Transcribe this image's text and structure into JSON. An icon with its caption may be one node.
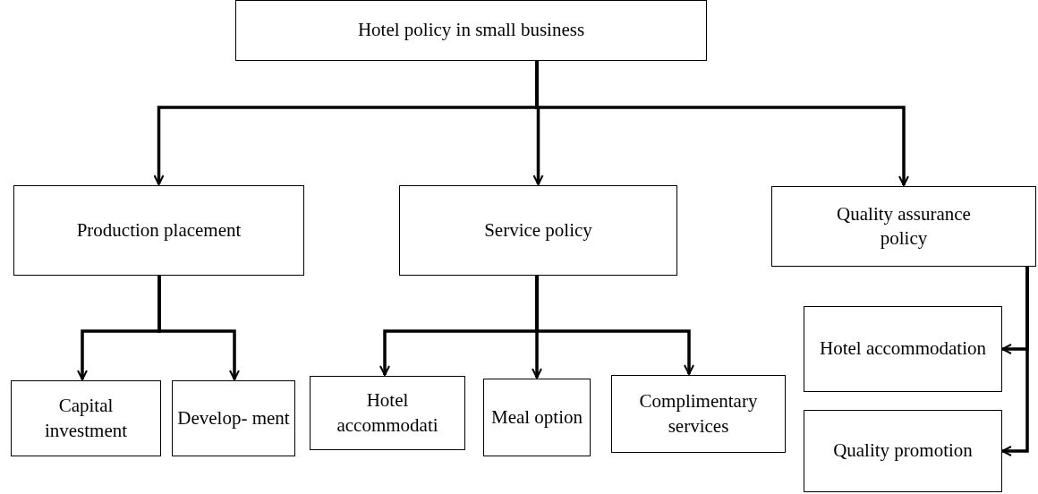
{
  "diagram": {
    "nodes": [
      {
        "text": [
          "Hotel policy in small business"
        ]
      },
      {
        "text": [
          "Production placement"
        ]
      },
      {
        "text": [
          "Service policy"
        ]
      },
      {
        "text": [
          "Quality assurance policy"
        ]
      },
      {
        "text": [
          "Capital investment"
        ]
      },
      {
        "text": [
          "Develop- ment"
        ]
      },
      {
        "text": [
          "Hotel accommodati"
        ]
      },
      {
        "text": [
          "Meal option"
        ]
      },
      {
        "text": [
          "Complimentary services"
        ]
      },
      {
        "text": [
          "Hotel accommodation"
        ]
      },
      {
        "text": [
          "Quality promotion"
        ]
      }
    ],
    "edges": [
      {
        "from": 0,
        "to": 1,
        "arrow": "to"
      },
      {
        "from": 0,
        "to": 2,
        "arrow": "to"
      },
      {
        "from": 0,
        "to": 3,
        "arrow": "to"
      },
      {
        "from": 1,
        "to": 4,
        "arrow": "to"
      },
      {
        "from": 1,
        "to": 5,
        "arrow": "to"
      },
      {
        "from": 2,
        "to": 6,
        "arrow": "to"
      },
      {
        "from": 2,
        "to": 7,
        "arrow": "to"
      },
      {
        "from": 2,
        "to": 8,
        "arrow": "to"
      },
      {
        "from": 3,
        "to": 9,
        "arrow": "to"
      },
      {
        "from": 3,
        "to": 10,
        "arrow": "to"
      }
    ]
  }
}
